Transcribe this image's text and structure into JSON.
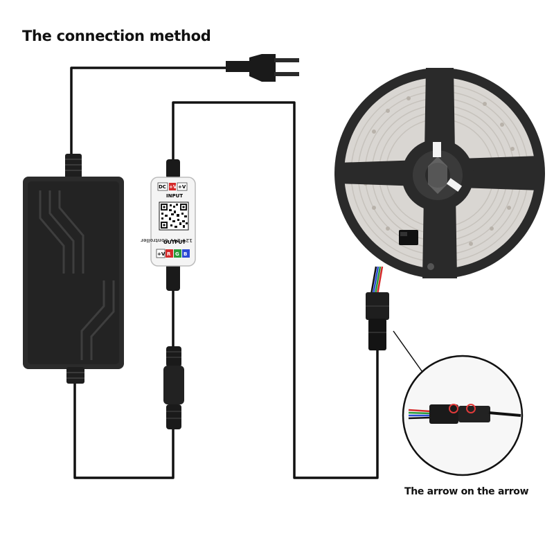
{
  "title": "The connection method",
  "caption": "The arrow on the arrow",
  "controller": {
    "top_pins": [
      "DC",
      "+V",
      "+V"
    ],
    "input_label": "INPUT",
    "output_label": "OUTPUT",
    "bottom_pins": [
      "+V",
      "R",
      "G",
      "B"
    ],
    "side_text": "12V-24V Controller"
  },
  "colors": {
    "wire": "#111111",
    "adapter_body": "#2b2b2b",
    "reel": "#2a2a2a",
    "led_strip": "#d9d6d2",
    "rgb_red": "#d42a2a",
    "rgb_green": "#2a9a3a",
    "rgb_blue": "#2a4ad4"
  }
}
